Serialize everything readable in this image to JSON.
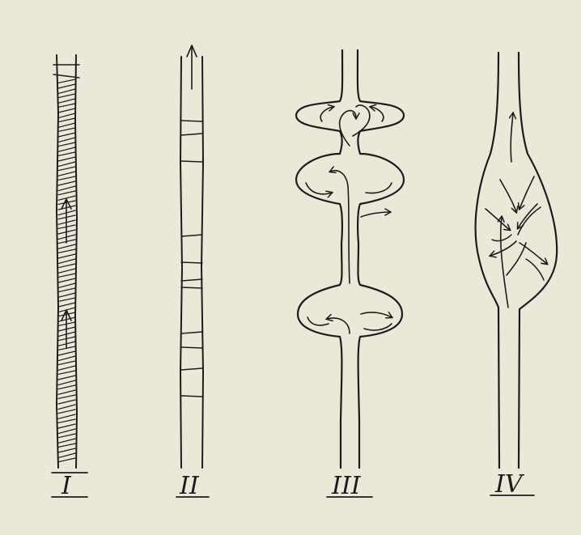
{
  "figures": [
    {
      "id": "I",
      "label": "I"
    },
    {
      "id": "II",
      "label": "II"
    },
    {
      "id": "III",
      "label": "III"
    },
    {
      "id": "IV",
      "label": "IV"
    }
  ],
  "ink_color": "#1c1c1c",
  "paper_color": "#ece8d9"
}
